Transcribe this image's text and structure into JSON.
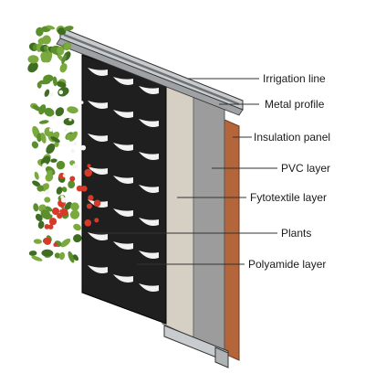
{
  "labels": {
    "irrigation_line": "Irrigation line",
    "metal_profile": "Metal profile",
    "insulation_panel": "Insulation panel",
    "pvc_layer": "PVC layer",
    "fytotextile_layer": "Fytotextile layer",
    "plants": "Plants",
    "polyamide_layer": "Polyamide layer"
  },
  "colors": {
    "felt": "#1f1f1f",
    "pocket": "#f2f2f2",
    "fytotextile": "#d6cfc4",
    "pvc": "#9c9c9c",
    "insulation": "#b5653a",
    "metal": "#c9ccce",
    "leaf": "#5b8f2e",
    "flower_red": "#d83a2a",
    "flower_white": "#f4f4f0"
  }
}
